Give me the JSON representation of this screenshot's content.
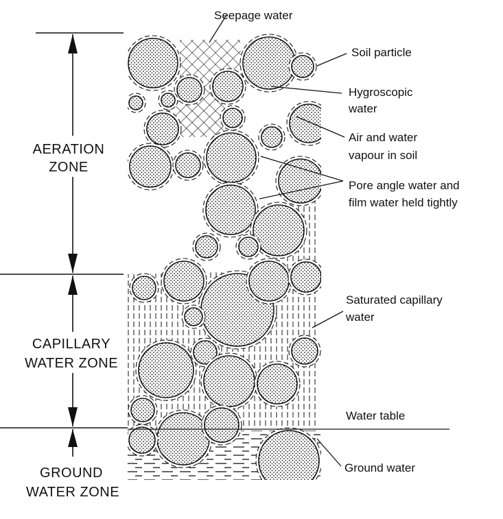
{
  "figure": {
    "zones": {
      "aeration": [
        "AERATION",
        "ZONE"
      ],
      "capillary": [
        "CAPILLARY",
        "WATER ZONE"
      ],
      "ground": [
        "GROUND",
        "WATER ZONE"
      ]
    },
    "labels": {
      "seepage": "Seepage water",
      "soil_particle": "Soil particle",
      "hygroscopic": [
        "Hygroscopic",
        "water"
      ],
      "air_vapour": [
        "Air and water",
        "vapour in soil"
      ],
      "pore_angle": [
        "Pore angle water and",
        "film water held tightly"
      ],
      "saturated_capillary": [
        "Saturated capillary",
        "water"
      ],
      "water_table": "Water table",
      "ground_water": "Ground water"
    },
    "colors": {
      "ink": "#111111",
      "paper": "#ffffff"
    }
  }
}
